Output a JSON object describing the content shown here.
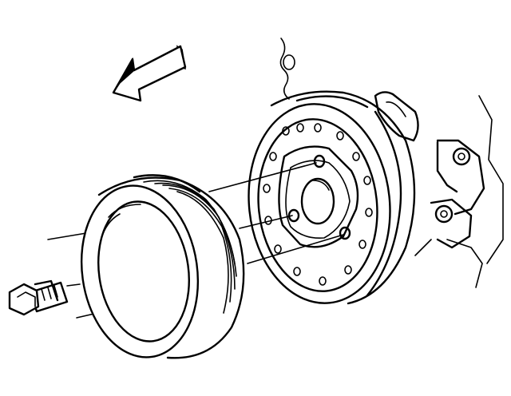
{
  "diagram": {
    "parts": [
      "direction-arrow",
      "drive-belt-pulley",
      "pulley-bolt",
      "crankshaft-balancer",
      "engine-block-bracket",
      "alignment-lines"
    ],
    "colors": {
      "ink": "#000000",
      "paper": "#ffffff"
    }
  }
}
